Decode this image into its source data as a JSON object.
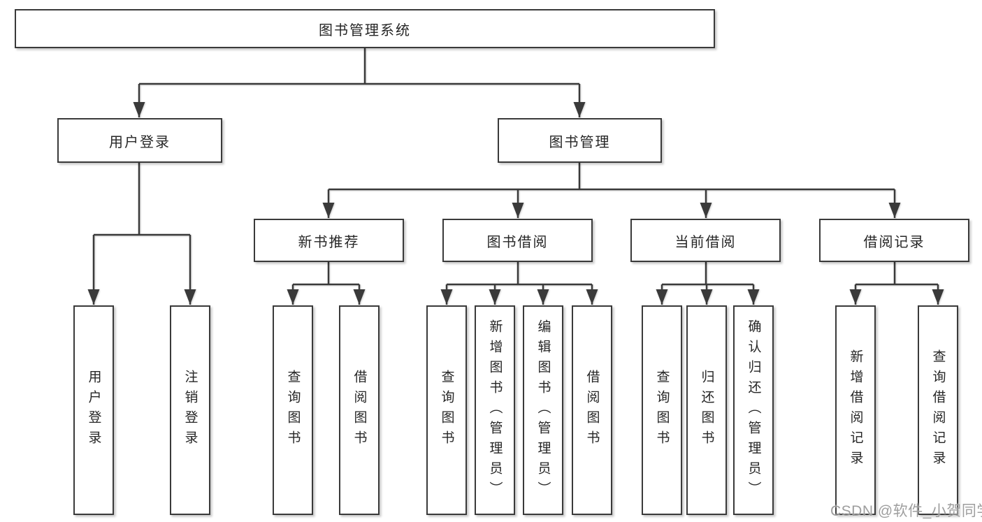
{
  "diagram": {
    "root": {
      "label": "图书管理系统"
    },
    "level2": {
      "user_login": {
        "label": "用户登录"
      },
      "book_management": {
        "label": "图书管理"
      }
    },
    "level3": {
      "new_book_recommend": {
        "label": "新书推荐"
      },
      "book_borrow": {
        "label": "图书借阅"
      },
      "current_borrow": {
        "label": "当前借阅"
      },
      "borrow_records": {
        "label": "借阅记录"
      }
    },
    "leaves": {
      "login_user_login": {
        "label": "用户登录"
      },
      "login_logout": {
        "label": "注销登录"
      },
      "rec_query_books": {
        "label": "查询图书"
      },
      "rec_borrow_books": {
        "label": "借阅图书"
      },
      "bb_query_books": {
        "label": "查询图书"
      },
      "bb_add_books_admin": {
        "label": "新增图书（管理员）"
      },
      "bb_edit_books_admin": {
        "label": "编辑图书（管理员）"
      },
      "bb_borrow_books": {
        "label": "借阅图书"
      },
      "cb_query_books": {
        "label": "查询图书"
      },
      "cb_return_books": {
        "label": "归还图书"
      },
      "cb_confirm_return_admin": {
        "label": "确认归还（管理员）"
      },
      "br_add_record": {
        "label": "新增借阅记录"
      },
      "br_query_record": {
        "label": "查询借阅记录"
      }
    }
  },
  "watermark": {
    "text": "CSDN @软件_小贺同学"
  },
  "colors": {
    "line": "#3a3a3a",
    "box_border": "#3a3a3a",
    "text": "#262626",
    "background": "#ffffff",
    "watermark": "#969696"
  }
}
